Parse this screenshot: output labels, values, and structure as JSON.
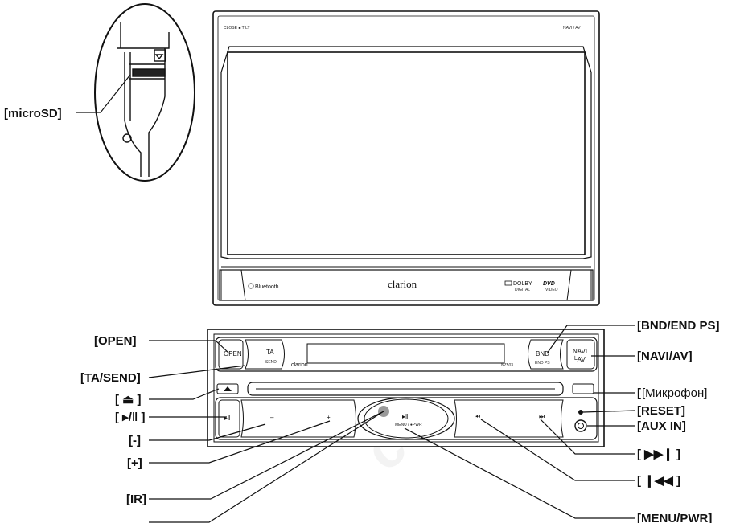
{
  "callouts": {
    "microsd": "[microSD]",
    "open": "[OPEN]",
    "ta_send": "[TA/SEND]",
    "eject": "[ ⏏ ]",
    "play_pause": "[ ▸/‖ ]",
    "minus": "[-]",
    "plus": "[+]",
    "ir": "[IR]",
    "bnd_end_ps": "[BND/END PS]",
    "navi_av": "[NAVI/AV]",
    "mic_bracket": "[",
    "mic_word": "[Микрофон]",
    "reset": "[RESET]",
    "aux_in": "[AUX IN]",
    "next": "[ ▶▶❙ ]",
    "prev": "[ ❙◀◀ ]",
    "menu_pwr": "[MENU/PWR]"
  },
  "device": {
    "top_left_tag": "CLOSE ■ TILT",
    "top_right_tag": "NAVI / AV",
    "bluetooth": "Bluetooth",
    "brand": "clarion",
    "dolby_line1": "DOLBY",
    "dolby_line2": "DIGITAL",
    "dvd": "DVD",
    "dvd_sub": "VIDEO",
    "panel_brand": "clarion",
    "model": "NZ503",
    "open_btn": "OPEN",
    "ta_btn": "TA",
    "ta_sub": "SEND",
    "bnd_btn": "BND",
    "bnd_sub": "END PS",
    "navi_btn": "NAVI",
    "av_btn": "└AV",
    "minus_btn": "–",
    "plus_btn": "+",
    "play_btn": "▸‖",
    "menu_btn": "▸‖",
    "menu_sub": "MENU / ●PWR",
    "prev_btn": "⏮",
    "next_btn": "⏭"
  },
  "watermark": "com.ua"
}
